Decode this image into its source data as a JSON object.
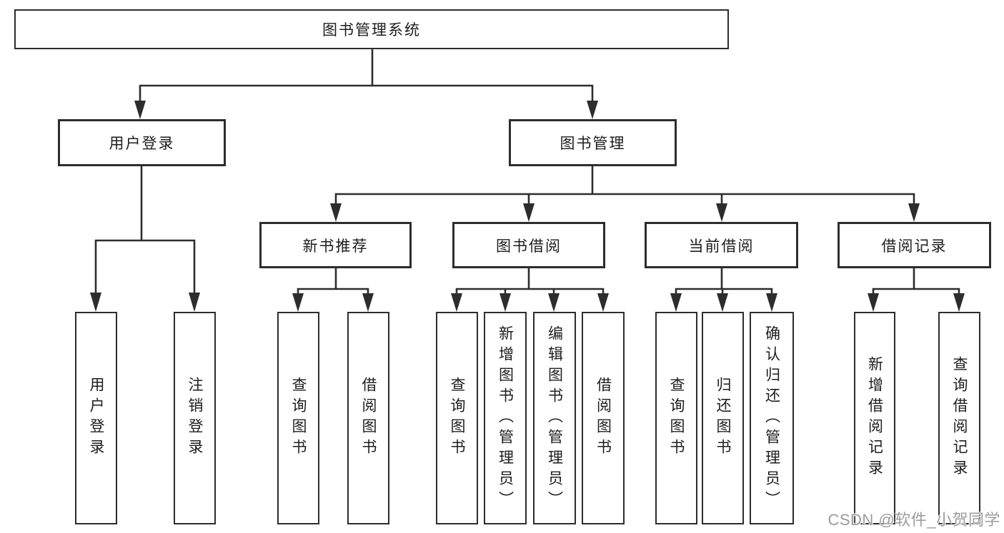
{
  "tree": {
    "root": {
      "label": "图书管理系统",
      "children": [
        {
          "label": "用户登录",
          "children": [
            {
              "label": "用户登录"
            },
            {
              "label": "注销登录"
            }
          ]
        },
        {
          "label": "图书管理",
          "children": [
            {
              "label": "新书推荐",
              "children": [
                {
                  "label": "查询图书"
                },
                {
                  "label": "借阅图书"
                }
              ]
            },
            {
              "label": "图书借阅",
              "children": [
                {
                  "label": "查询图书"
                },
                {
                  "label": "新增图书（管理员）"
                },
                {
                  "label": "编辑图书（管理员）"
                },
                {
                  "label": "借阅图书"
                }
              ]
            },
            {
              "label": "当前借阅",
              "children": [
                {
                  "label": "查询图书"
                },
                {
                  "label": "归还图书"
                },
                {
                  "label": "确认归还（管理员）"
                }
              ]
            },
            {
              "label": "借阅记录",
              "children": [
                {
                  "label": "新增借阅记录"
                },
                {
                  "label": "查询借阅记录"
                }
              ]
            }
          ]
        }
      ]
    }
  },
  "watermark": "CSDN @软件_小贺同学",
  "colors": {
    "line": "#2d2d2d",
    "text": "#1d1d1d",
    "watermark": "#9c9c9c",
    "background": "#ffffff"
  }
}
